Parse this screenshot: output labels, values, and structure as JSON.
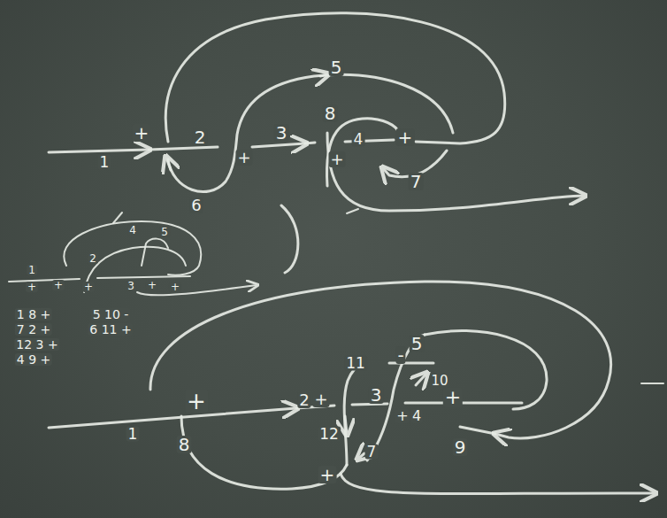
{
  "diagram": {
    "labels": [
      "5",
      "+",
      "2",
      "3",
      "8",
      "4",
      "+",
      "1",
      "+",
      "+",
      "7",
      "6",
      "4",
      "5",
      "1",
      "2",
      "3",
      "+",
      "+",
      "+",
      "+",
      "+",
      "1 8 +",
      "5 10 -",
      "7 2 +",
      "6 11 +",
      "12 3 +",
      "4 9 +",
      "5",
      "11",
      "-",
      "10",
      "2",
      "+",
      "3",
      "+",
      "+",
      "1",
      "8",
      "+",
      "4",
      "12",
      "7",
      "9",
      "+"
    ]
  }
}
